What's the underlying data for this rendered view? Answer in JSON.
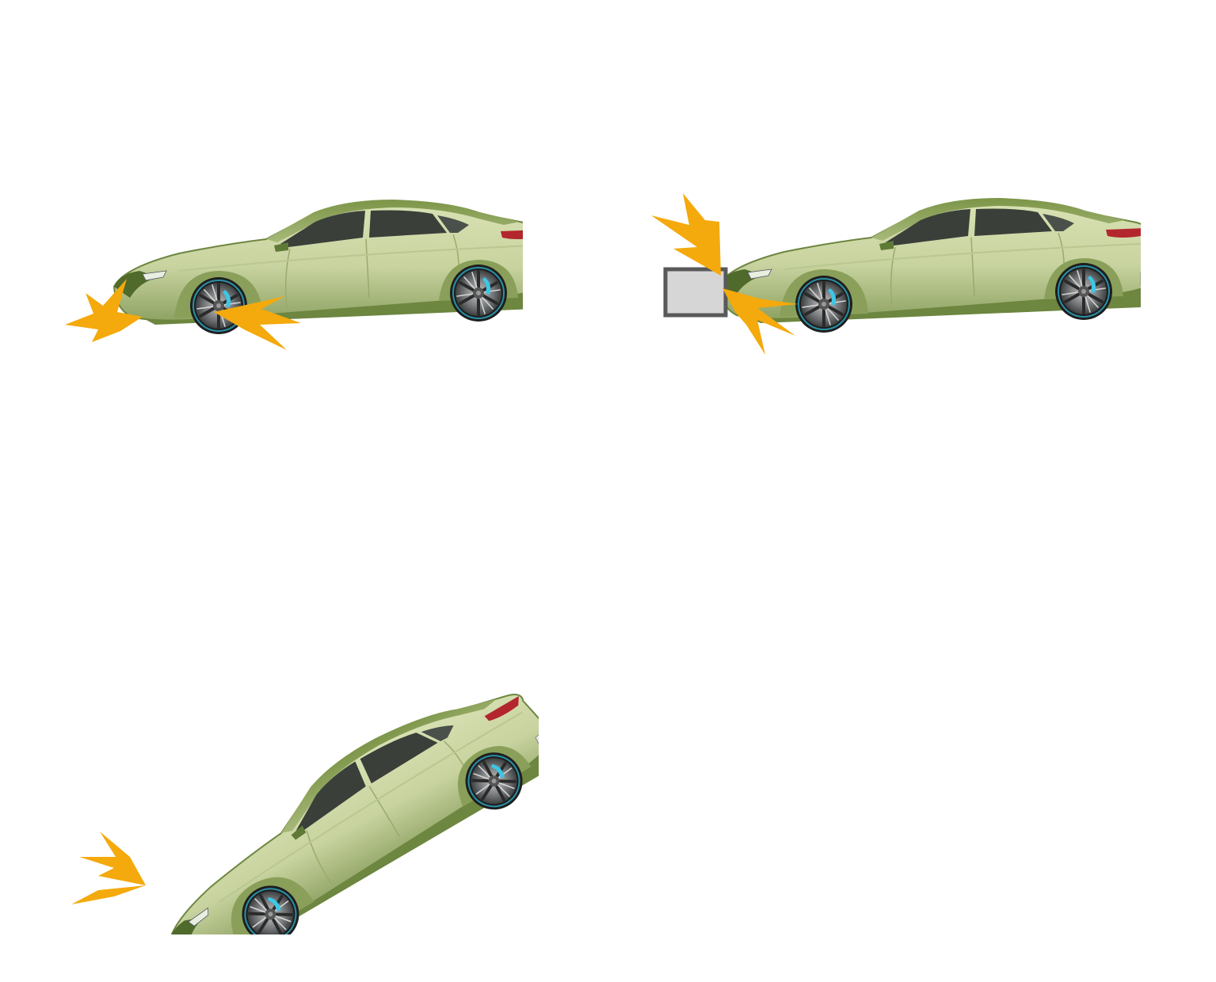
{
  "scenes": [
    {
      "id": "front-impact",
      "items": [
        "car",
        "impact-burst-front",
        "impact-burst-side"
      ]
    },
    {
      "id": "object-impact",
      "items": [
        "car",
        "obstacle-box",
        "impact-burst-top",
        "impact-burst-bottom"
      ]
    },
    {
      "id": "tilted-impact",
      "items": [
        "car-tilted",
        "impact-burst-front"
      ]
    }
  ],
  "colors": {
    "body_light": "#cfd9a7",
    "body_mid": "#a9ba7c",
    "body_dark": "#5f7a36",
    "window": "#3a3f3a",
    "tire": "#1e1e1e",
    "rim": "#8a8d8f",
    "rim_accent": "#3cc7e6",
    "tail_light": "#b3262e",
    "burst": "#f4a90c",
    "obstacle_fill": "#d6d6d6",
    "obstacle_border": "#595959",
    "background": "#ffffff"
  }
}
